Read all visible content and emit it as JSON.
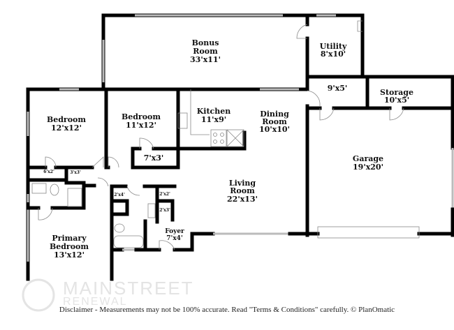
{
  "rooms": {
    "bonus": {
      "name1": "Bonus",
      "name2": "Room",
      "size": "33'x11'"
    },
    "utility": {
      "name": "Utility",
      "size": "8'x10'"
    },
    "hall_storage": {
      "size": "9'x5'"
    },
    "storage": {
      "name": "Storage",
      "size": "10'x5'"
    },
    "bedroom_left": {
      "name": "Bedroom",
      "size": "12'x12'"
    },
    "bedroom_mid": {
      "name": "Bedroom",
      "size": "11'x12'"
    },
    "kitchen": {
      "name": "Kitchen",
      "size": "11'x9'"
    },
    "dining": {
      "name1": "Dining",
      "name2": "Room",
      "size": "10'x10'"
    },
    "garage": {
      "name": "Garage",
      "size": "19'x20'"
    },
    "closet_7x3": {
      "size": "7'x3'"
    },
    "closet_6x2": {
      "size": "6'x2'"
    },
    "closet_3x3": {
      "size": "3'x3'"
    },
    "closet_2x4": {
      "size": "2'x4'"
    },
    "closet_2x2": {
      "size": "2'x2'"
    },
    "closet_2x3": {
      "size": "2'x3'"
    },
    "living": {
      "name1": "Living",
      "name2": "Room",
      "size": "22'x13'"
    },
    "foyer": {
      "name": "Foyer",
      "size": "7'x4'"
    },
    "primary": {
      "name1": "Primary",
      "name2": "Bedroom",
      "size": "13'x12'"
    }
  },
  "watermark": {
    "line1": "MAINSTREET",
    "line2": "RENEWAL"
  },
  "disclaimer": "Disclaimer - Measurements may not be 100% accurate. Read \"Terms & Conditions\" carefully. © PlanOmatic"
}
